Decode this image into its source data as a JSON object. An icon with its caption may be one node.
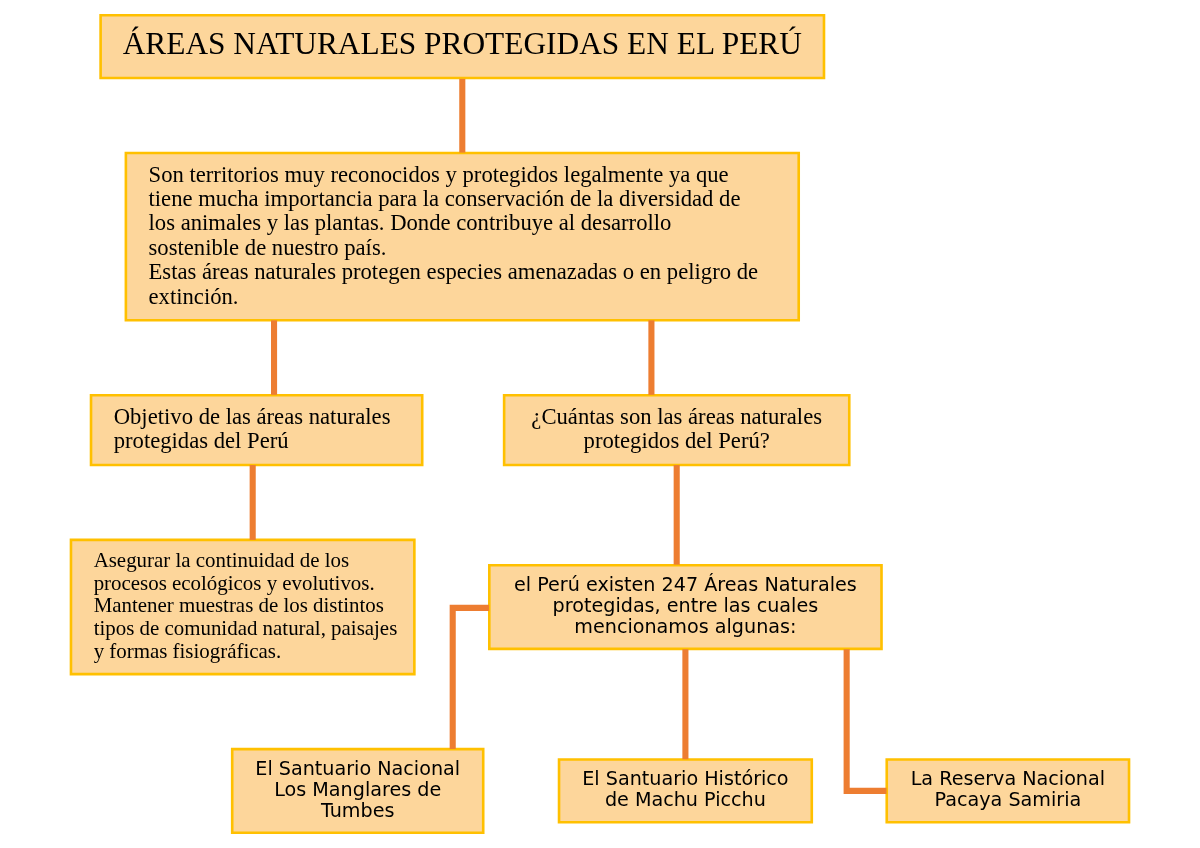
{
  "diagram": {
    "nodes": [
      {
        "text": [
          "ÁREAS NATURALES PROTEGIDAS EN EL PERÚ"
        ]
      },
      {
        "text": [
          "Son territorios muy reconocidos y protegidos legalmente ya que tiene mucha importancia para la conservación de la diversidad de los animales y las plantas. Donde contribuye al desarrollo sostenible de nuestro país.",
          "Estas áreas naturales protegen especies amenazadas o en peligro de extinción."
        ]
      },
      {
        "text": [
          "Objetivo de las áreas naturales protegidas del Perú"
        ]
      },
      {
        "text": [
          "¿Cuántas son las áreas naturales protegidos del Perú?"
        ]
      },
      {
        "text": [
          "Asegurar la continuidad de los procesos ecológicos y evolutivos. Mantener muestras de los distintos tipos de comunidad natural, paisajes y formas fisiográficas."
        ]
      },
      {
        "text": [
          "el Perú existen 247 Áreas Naturales protegidas, entre las cuales mencionamos algunas:"
        ]
      },
      {
        "text": [
          "El Santuario Nacional Los Manglares de Tumbes"
        ]
      },
      {
        "text": [
          "El Santuario Histórico de Machu Picchu"
        ]
      },
      {
        "text": [
          "La Reserva Nacional Pacaya Samiria"
        ]
      }
    ],
    "edges": [
      {
        "from": 0,
        "to": 1,
        "arrow": "none"
      },
      {
        "from": 1,
        "to": 2,
        "arrow": "none"
      },
      {
        "from": 1,
        "to": 3,
        "arrow": "none"
      },
      {
        "from": 2,
        "to": 4,
        "arrow": "none"
      },
      {
        "from": 3,
        "to": 5,
        "arrow": "none"
      },
      {
        "from": 5,
        "to": 6,
        "arrow": "none"
      },
      {
        "from": 5,
        "to": 7,
        "arrow": "none"
      },
      {
        "from": 5,
        "to": 8,
        "arrow": "none"
      }
    ]
  }
}
